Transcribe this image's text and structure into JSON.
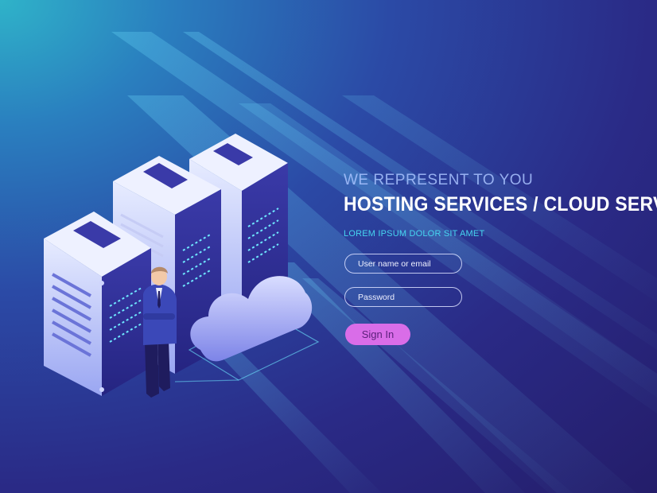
{
  "hero": {
    "tagline": "WE REPRESENT TO YOU",
    "headline": "HOSTING SERVICES / CLOUD SERVER",
    "subtext": "LOREM IPSUM DOLOR SIT AMET"
  },
  "login": {
    "username_placeholder": "User name or email",
    "username_value": "",
    "password_placeholder": "Password",
    "password_value": "",
    "sign_in_label": "Sign In"
  },
  "colors": {
    "accent": "#d96de8",
    "subtext": "#46d6f0",
    "headline": "#ffffff"
  },
  "icons": [
    "server-rack-icon",
    "cloud-icon",
    "businessman-figure"
  ]
}
